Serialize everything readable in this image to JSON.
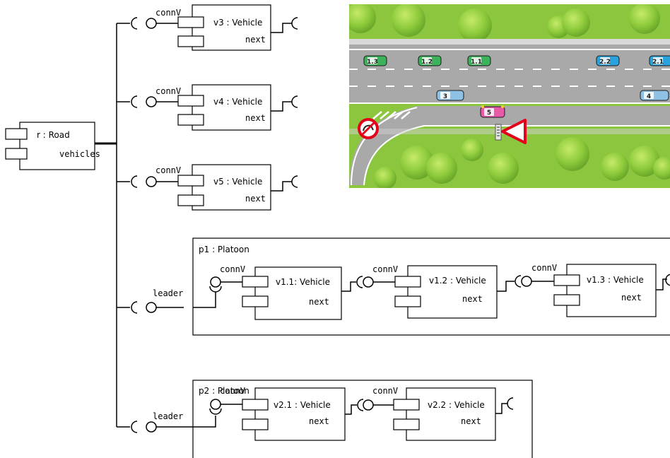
{
  "road": {
    "name": "r : Road",
    "port": "vehicles"
  },
  "vehicles": [
    {
      "name": "v3 : Vehicle",
      "port_in": "connV",
      "port_out": "next"
    },
    {
      "name": "v4 : Vehicle",
      "port_in": "connV",
      "port_out": "next"
    },
    {
      "name": "v5 : Vehicle",
      "port_in": "connV",
      "port_out": "next"
    }
  ],
  "platoons": [
    {
      "name": "p1 : Platoon",
      "leader_label": "leader",
      "members": [
        {
          "name": "v1.1: Vehicle",
          "port_in": "connV",
          "port_out": "next"
        },
        {
          "name": "v1.2 : Vehicle",
          "port_in": "connV",
          "port_out": "next"
        },
        {
          "name": "v1.3 : Vehicle",
          "port_in": "connV",
          "port_out": "next"
        }
      ]
    },
    {
      "name": "p2 : Platoon",
      "leader_label": "leader",
      "members": [
        {
          "name": "v2.1 : Vehicle",
          "port_in": "connV",
          "port_out": "next"
        },
        {
          "name": "v2.2 : Vehicle",
          "port_in": "connV",
          "port_out": "next"
        }
      ]
    }
  ],
  "scene": {
    "cars": [
      {
        "label": "1.3",
        "color": "#3cb35a"
      },
      {
        "label": "1.2",
        "color": "#3cb35a"
      },
      {
        "label": "1.1",
        "color": "#3cb35a"
      },
      {
        "label": "2.2",
        "color": "#29a3dd"
      },
      {
        "label": "2.1",
        "color": "#29a3dd"
      },
      {
        "label": "3",
        "color": "#8fc1e6"
      },
      {
        "label": "4",
        "color": "#8fc1e6"
      },
      {
        "label": "5",
        "color": "#e85aa8"
      }
    ],
    "grass_color": "#8cc63f",
    "road_color": "#a9a9a9",
    "sign_color": "#e3001b"
  }
}
